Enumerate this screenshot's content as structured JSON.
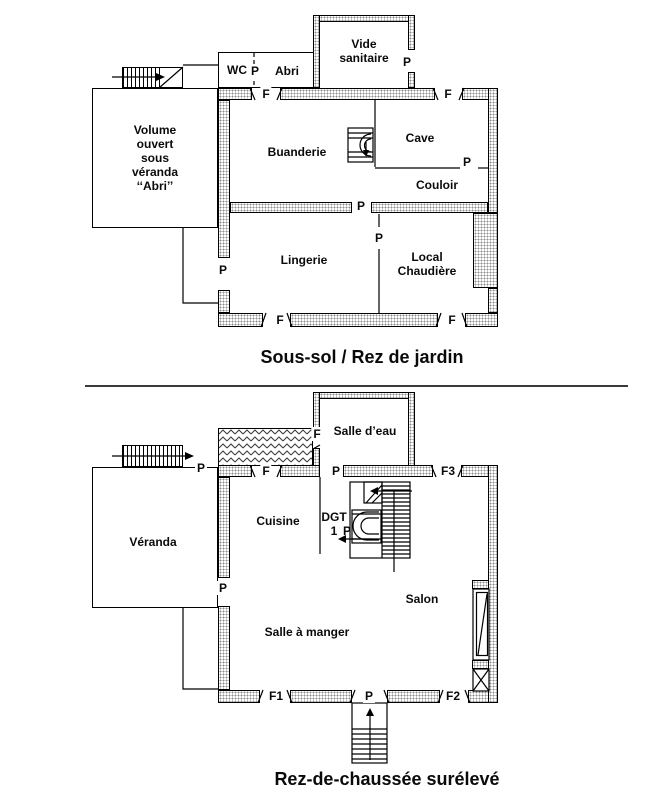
{
  "diagram_type": "house floor plan (two levels)",
  "colors": {
    "line": "#000000",
    "wall_texture": "#8f8f8f",
    "background": "#ffffff"
  },
  "floors": {
    "basement": {
      "title": "Sous-sol / Rez de jardin",
      "rooms": {
        "vide_sanitaire": "Vide\nsanitaire",
        "wc": "WC",
        "abri": "Abri",
        "volume_ouvert": "Volume\nouvert\nsous\nvéranda\n‘‘Abri’’",
        "buanderie": "Buanderie",
        "cave": "Cave",
        "couloir": "Couloir",
        "lingerie": "Lingerie",
        "local_chaudiere": "Local\nChaudière"
      },
      "labels": {
        "door": "P",
        "window": "F"
      }
    },
    "ground": {
      "title": "Rez-de-chaussée surélevé",
      "rooms": {
        "salle_eau": "Salle d’eau",
        "veranda": "Véranda",
        "cuisine": "Cuisine",
        "salon": "Salon",
        "salle_a_manger": "Salle à manger",
        "degagement": "DGT\n1"
      },
      "labels": {
        "door": "P",
        "window": "F",
        "f1": "F1",
        "f2": "F2",
        "f3": "F3"
      }
    }
  }
}
